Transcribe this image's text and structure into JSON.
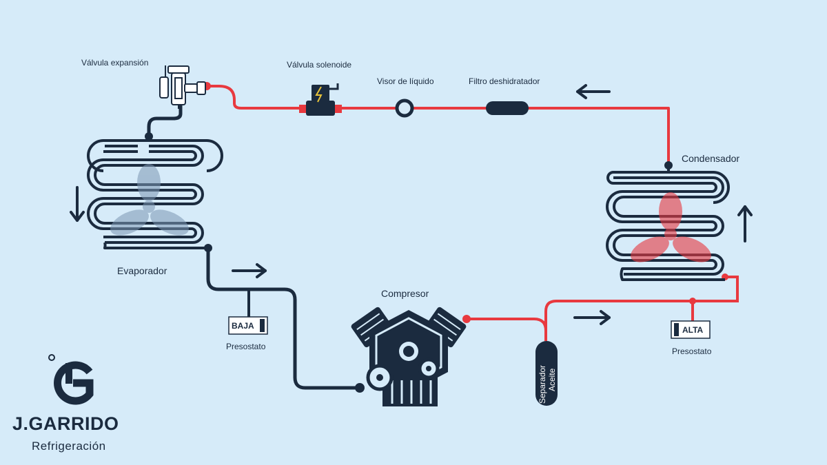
{
  "labels": {
    "valvula_expansion": "Válvula expansión",
    "valvula_solenoide": "Válvula solenoide",
    "visor_liquido": "Visor de líquido",
    "filtro_deshidratador": "Filtro deshidratador",
    "condensador": "Condensador",
    "evaporador": "Evaporador",
    "compresor": "Compresor",
    "presostato_baja_tag": "BAJA",
    "presostato_baja": "Presostato",
    "presostato_alta_tag": "ALTA",
    "presostato_alta": "Presostato",
    "separador_line1": "Separador",
    "separador_line2": "Aceite"
  },
  "logo": {
    "name": "J.GARRIDO",
    "subtitle": "Refrigeración"
  },
  "colors": {
    "background": "#d6ebf9",
    "low_pressure_line": "#1b2b3f",
    "high_pressure_line": "#e8393f",
    "fan_condensador": "#e8393f",
    "fan_evaporador": "#7d97b3"
  },
  "icons": [
    "expansion-valve-icon",
    "solenoid-valve-icon",
    "sight-glass-icon",
    "filter-drier-icon",
    "fan-icon",
    "compressor-icon",
    "pressure-switch-icon",
    "oil-separator-icon",
    "arrow-left-icon",
    "arrow-right-icon",
    "arrow-up-icon",
    "arrow-down-icon"
  ]
}
